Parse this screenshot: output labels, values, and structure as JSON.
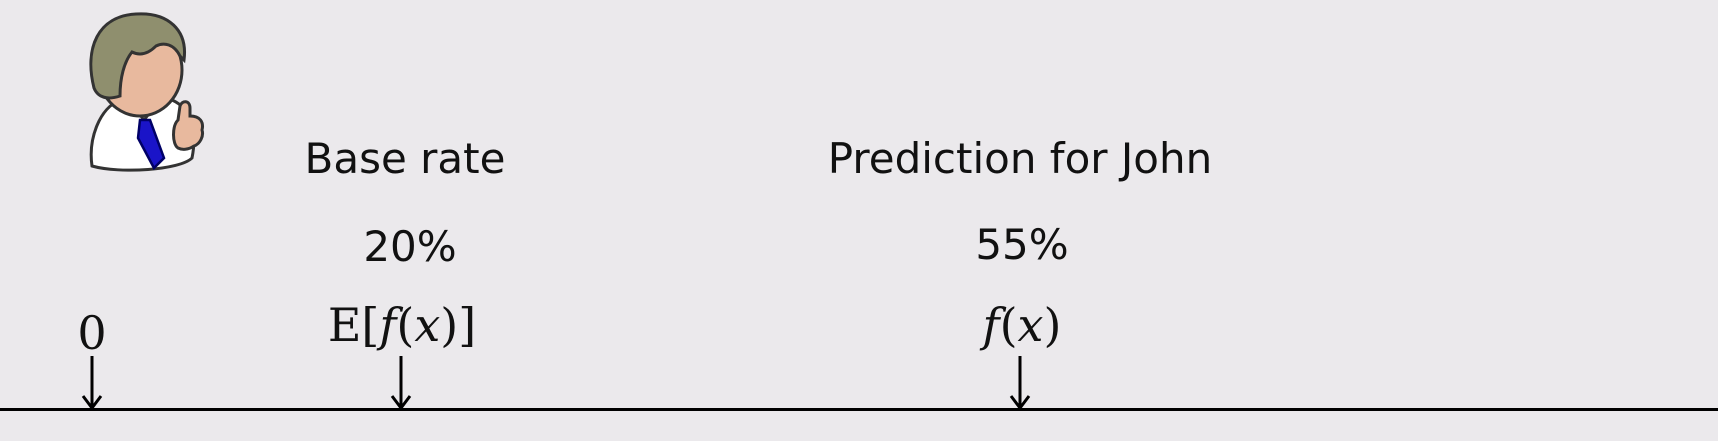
{
  "markers": [
    {
      "id": "zero",
      "caption": "",
      "value": "",
      "math": "0"
    },
    {
      "id": "base-rate",
      "caption": "Base rate",
      "value": "20%",
      "math_prefix": "E[",
      "math_fn": "f",
      "math_open": "(",
      "math_var": "x",
      "math_close": ")]"
    },
    {
      "id": "prediction",
      "caption": "Prediction for John",
      "value": "55%",
      "math_fn": "f",
      "math_open": "(",
      "math_var": "x",
      "math_close": ")"
    }
  ],
  "colors": {
    "background": "#ebe9ec",
    "hair": "#8f8f6e",
    "skin": "#e8b99e",
    "tie": "#1a14c8",
    "shirt": "#ffffff",
    "outline": "#333333"
  },
  "icons": {
    "avatar": "person-thumbs-up-icon"
  }
}
